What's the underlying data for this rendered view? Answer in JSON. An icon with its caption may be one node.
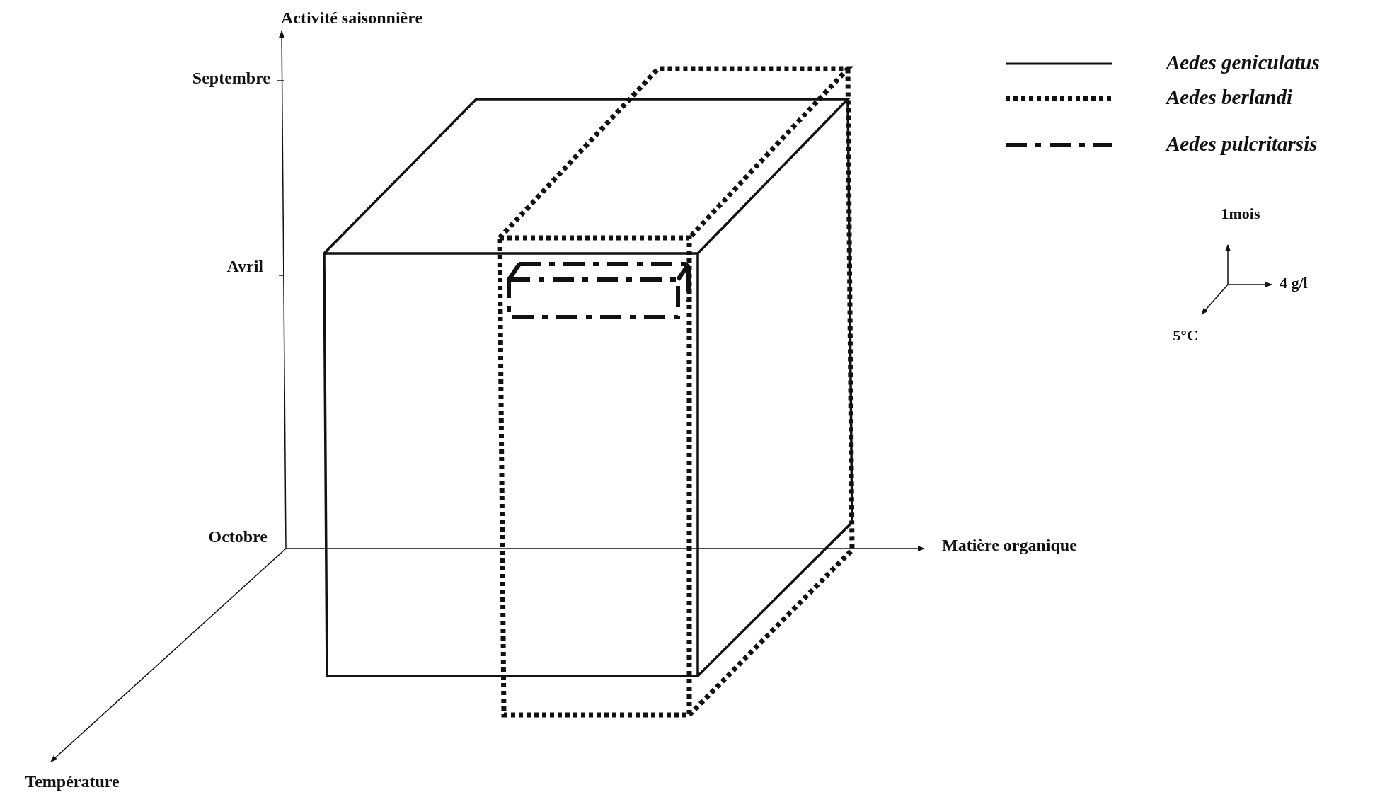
{
  "diagram": {
    "labels": [
      "Activité saisonnière",
      "Septembre",
      "Avril",
      "Octobre",
      "Matière organique",
      "Température",
      "1mois",
      "4 g/l",
      "5°C"
    ],
    "legend": [
      {
        "text": "Aedes geniculatus"
      },
      {
        "text": "Aedes berlandi"
      },
      {
        "text": "Aedes pulcritarsis"
      }
    ]
  }
}
